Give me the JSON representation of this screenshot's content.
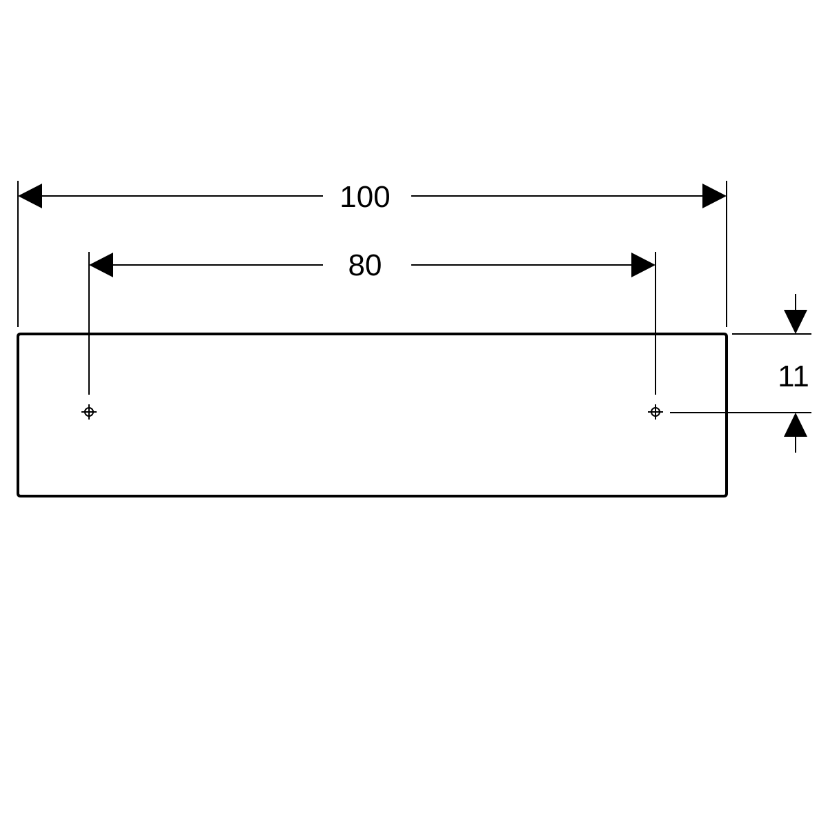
{
  "drawing": {
    "type": "technical dimension drawing",
    "line_color": "#000000",
    "background_color": "#ffffff",
    "dimensions": {
      "overall_width": "100",
      "hole_spacing": "80",
      "hole_offset_from_top": "11"
    },
    "mounting_holes": 2
  }
}
